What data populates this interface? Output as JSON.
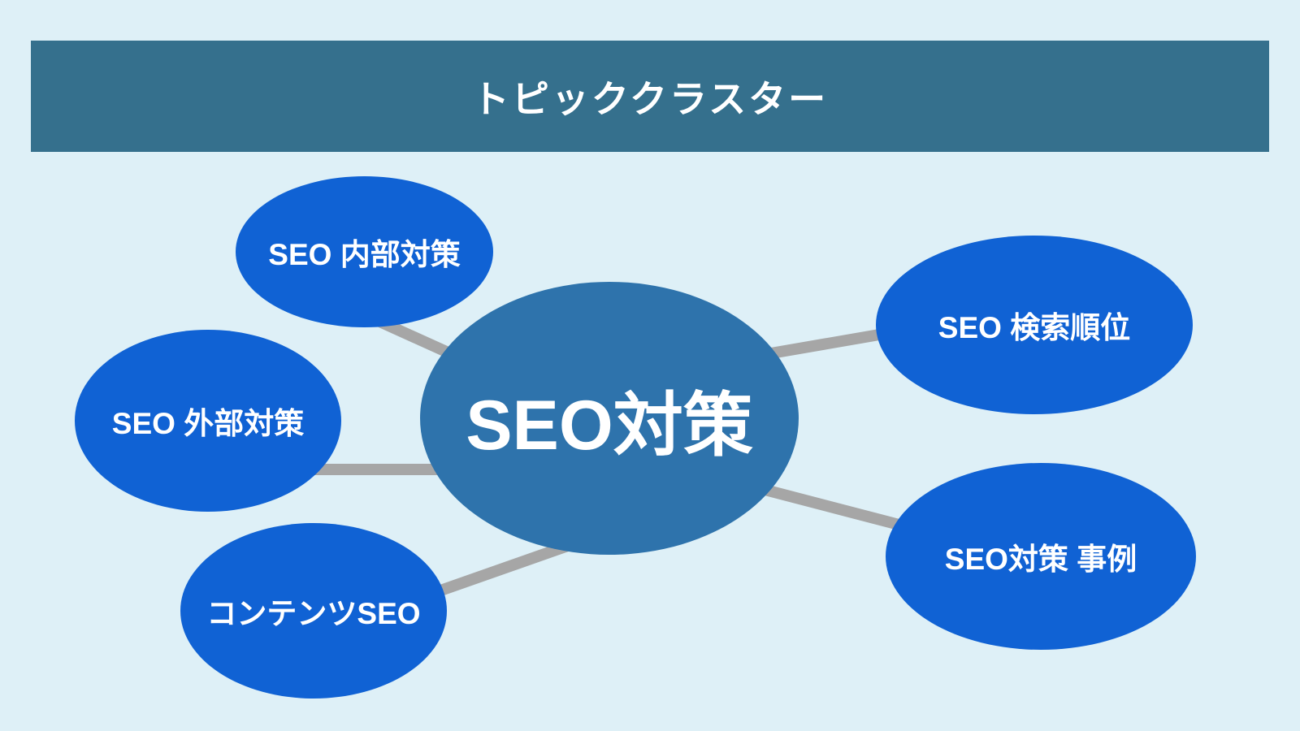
{
  "title": "トピッククラスター",
  "center": {
    "label": "SEO対策"
  },
  "satellites": [
    {
      "id": "seo-naibu-taisaku",
      "label": "SEO 内部対策"
    },
    {
      "id": "seo-gaibu-taisaku",
      "label": "SEO 外部対策"
    },
    {
      "id": "contents-seo",
      "label": "コンテンツSEO"
    },
    {
      "id": "seo-kensaku-juni",
      "label": "SEO 検索順位"
    },
    {
      "id": "seo-taisaku-jirei",
      "label": "SEO対策 事例"
    }
  ],
  "colors": {
    "background": "#def0f7",
    "title_bar_bg": "#35708d",
    "center_node_bg": "#2e73ac",
    "satellite_node_bg": "#1062d4",
    "connector_line": "#a6a6a6",
    "text": "#ffffff"
  }
}
